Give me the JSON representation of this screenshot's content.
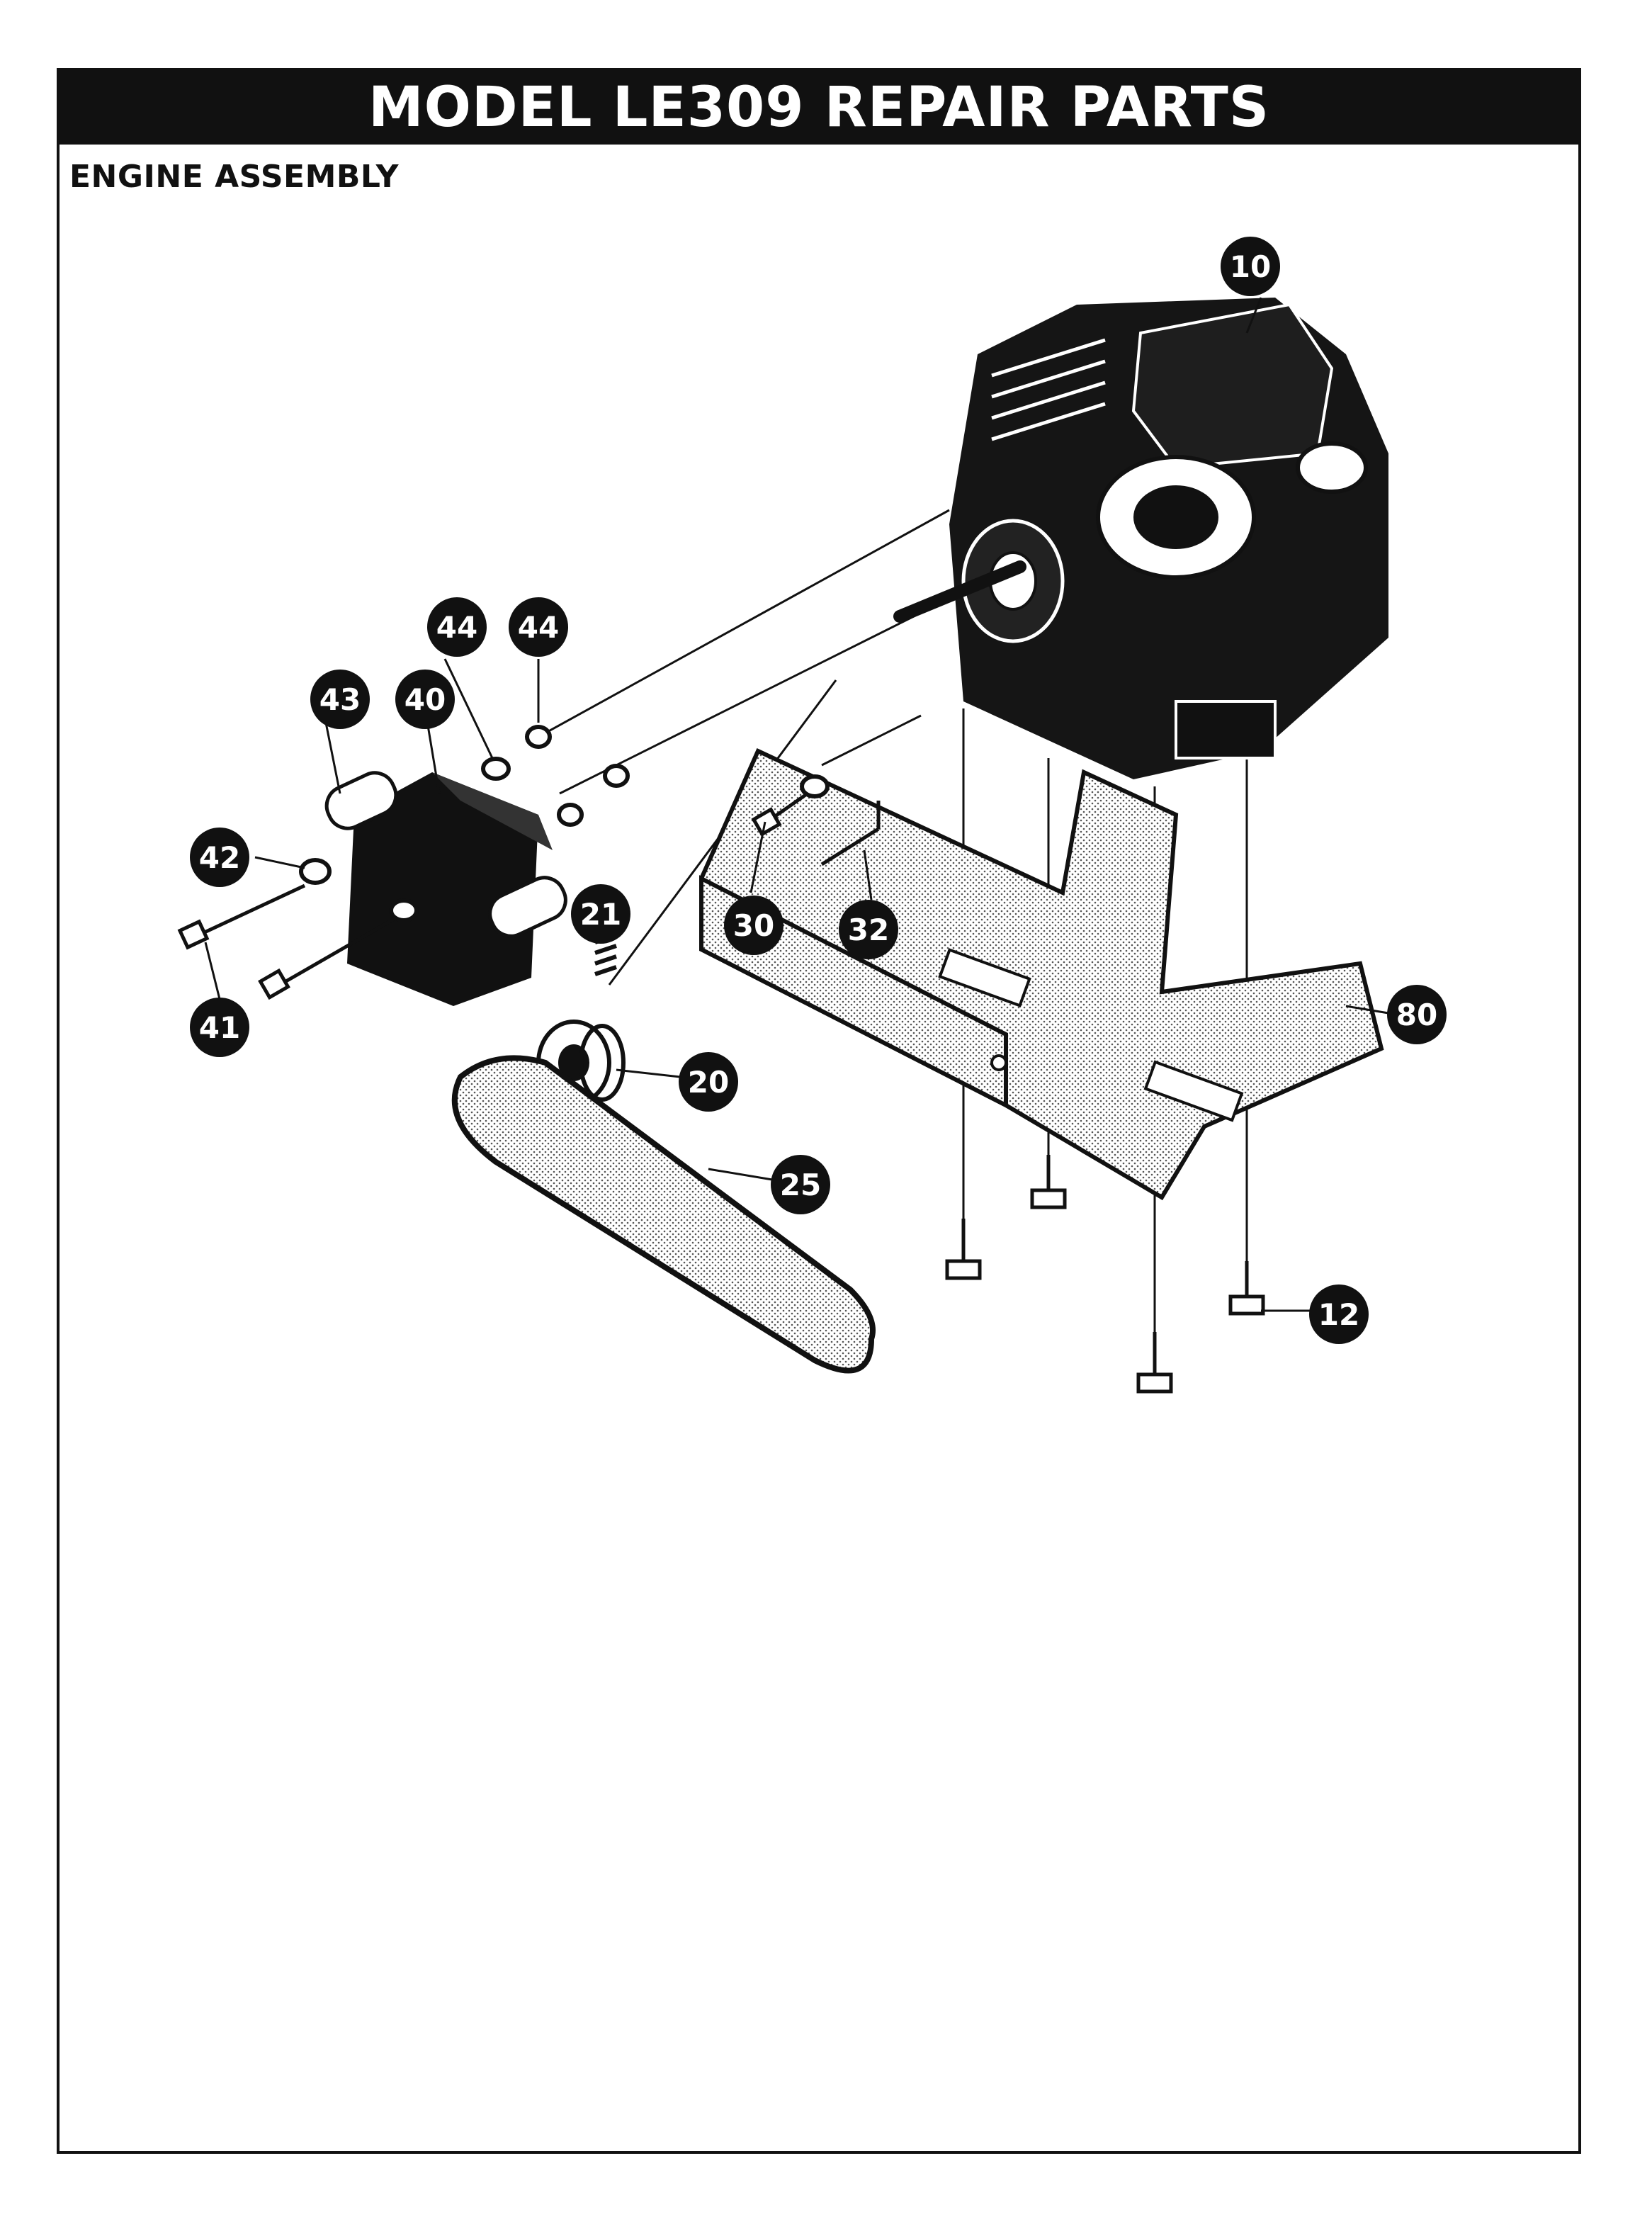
{
  "page": {
    "banner_title": "MODEL LE309 REPAIR PARTS",
    "section_title": "ENGINE ASSEMBLY"
  },
  "callouts": [
    {
      "id": "c10",
      "label": "10"
    },
    {
      "id": "c44a",
      "label": "44"
    },
    {
      "id": "c44b",
      "label": "44"
    },
    {
      "id": "c43",
      "label": "43"
    },
    {
      "id": "c40",
      "label": "40"
    },
    {
      "id": "c42",
      "label": "42"
    },
    {
      "id": "c41",
      "label": "41"
    },
    {
      "id": "c21",
      "label": "21"
    },
    {
      "id": "c30",
      "label": "30"
    },
    {
      "id": "c32",
      "label": "32"
    },
    {
      "id": "c20",
      "label": "20"
    },
    {
      "id": "c25",
      "label": "25"
    },
    {
      "id": "c80",
      "label": "80"
    },
    {
      "id": "c12",
      "label": "12"
    }
  ],
  "colors": {
    "ink": "#111111",
    "paper": "#ffffff",
    "stipple": "#bdbdbd"
  }
}
